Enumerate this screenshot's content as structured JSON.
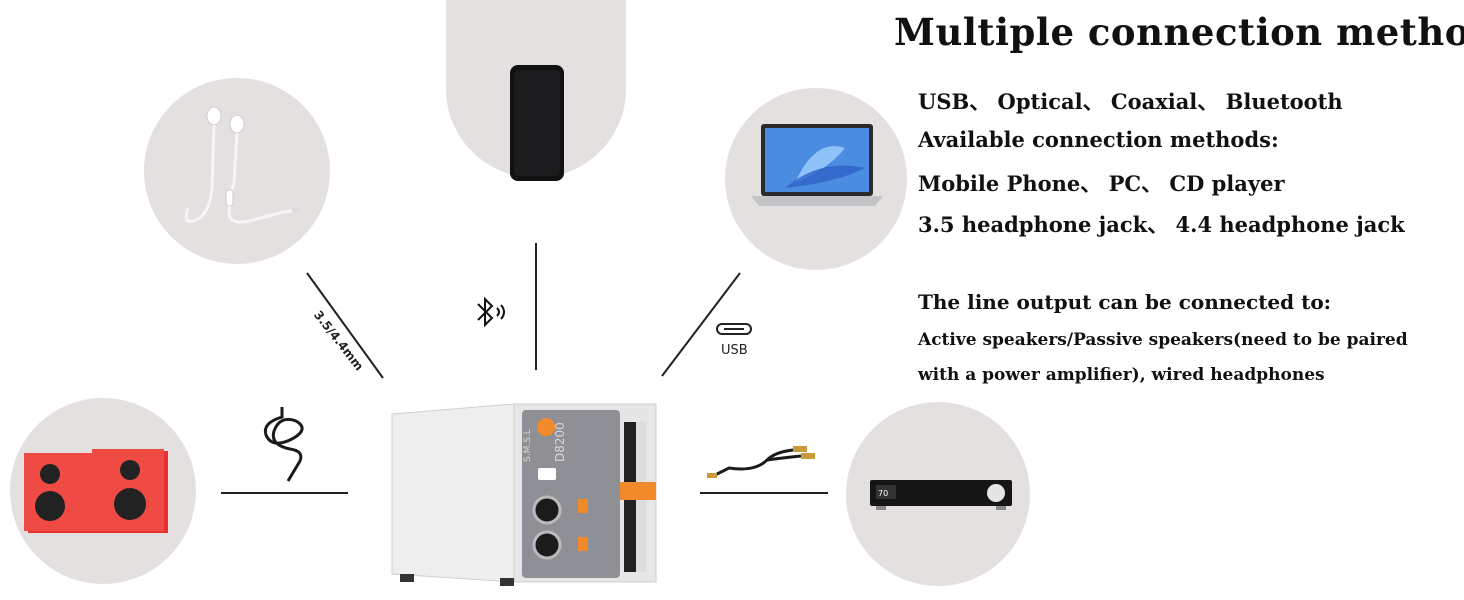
{
  "title": "Multiple connection methods",
  "info": {
    "line1": "USB、 Optical、 Coaxial、 Bluetooth",
    "line2": "Available connection methods:",
    "line3": "Mobile Phone、 PC、 CD player",
    "line4": "3.5 headphone jack、 4.4 headphone jack",
    "line5": "The line output can be connected to:",
    "line6": "Active speakers/Passive speakers(need to be paired",
    "line7": "with a power amplifier), wired headphones"
  },
  "connections": {
    "headphone_label": "3.5/4.4mm",
    "usb_label": "USB"
  },
  "device": {
    "brand": "S.M.S.L",
    "model": "D8200"
  },
  "receiver": {
    "display": "70"
  },
  "colors": {
    "circle_bg": "#e4e0df",
    "accent_orange": "#f08a2a",
    "speaker_red": "#e8322f"
  }
}
